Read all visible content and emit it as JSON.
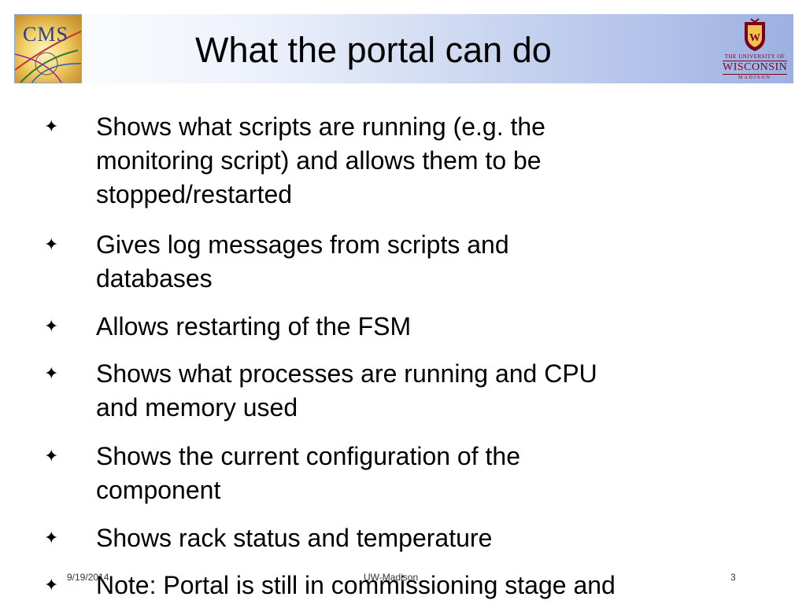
{
  "header": {
    "title": "What the portal can do",
    "left_logo_text": "CMS",
    "right_logo": {
      "line1": "THE UNIVERSITY OF",
      "line2": "WISCONSIN",
      "line3": "MADISON"
    }
  },
  "bullets": [
    {
      "text": "Shows what scripts are running (e.g. the\nmonitoring script) and allows them to be\nstopped/restarted"
    },
    {
      "text": "Gives log messages from scripts and\ndatabases"
    },
    {
      "text": "Allows restarting of the FSM"
    },
    {
      "text": "Shows what processes are running and CPU\nand memory used"
    },
    {
      "text": "Shows the current configuration of the\ncomponent"
    },
    {
      "text": "Shows rack status and temperature"
    },
    {
      "text": "Note: Portal is still in commissioning stage and"
    }
  ],
  "bullet_symbol": "✦",
  "footer": {
    "date": "9/19/2014",
    "center": "UW-Madison",
    "page": "3"
  },
  "colors": {
    "header_gradient_end": "#9db0e2",
    "uw_red": "#7a0019",
    "cms_blue": "#2b3f8f"
  }
}
